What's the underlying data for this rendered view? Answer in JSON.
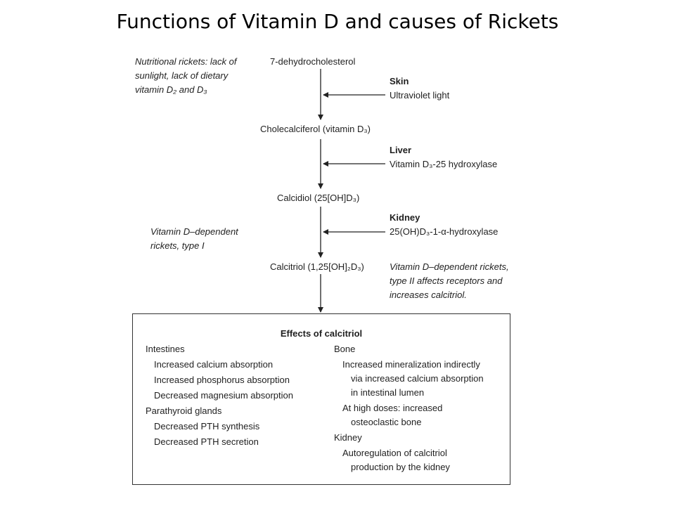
{
  "title": "Functions of Vitamin D and causes of Rickets",
  "left_notes": {
    "nutritional": [
      "Nutritional rickets: lack of",
      "sunlight, lack of dietary",
      "vitamin D₂ and D₃"
    ],
    "type1": [
      "Vitamin D–dependent",
      "rickets, type I"
    ]
  },
  "steps": {
    "s1": "7-dehydrocholesterol",
    "s2": "Cholecalciferol (vitamin D₃)",
    "s3": "Calcidiol (25[OH]D₃)",
    "s4": "Calcitriol (1,25[OH]₂D₃)"
  },
  "organs": {
    "skin": {
      "name": "Skin",
      "agent": "Ultraviolet light"
    },
    "liver": {
      "name": "Liver",
      "agent": "Vitamin D₃-25 hydroxylase"
    },
    "kidney": {
      "name": "Kidney",
      "agent": "25(OH)D₃-1-α-hydroxylase"
    }
  },
  "type2_note": [
    "Vitamin D–dependent rickets,",
    "type II affects receptors and",
    "increases calcitriol."
  ],
  "effects": {
    "heading": "Effects of calcitriol",
    "intestines": "Intestines",
    "intestines_items": [
      "Increased calcium absorption",
      "Increased phosphorus absorption",
      "Decreased magnesium absorption"
    ],
    "parathyroid": "Parathyroid glands",
    "parathyroid_items": [
      "Decreased PTH synthesis",
      "Decreased PTH secretion"
    ],
    "bone": "Bone",
    "bone_lines": [
      "Increased mineralization indirectly",
      "via increased calcium absorption",
      "in intestinal lumen",
      "At high doses: increased",
      "osteoclastic bone"
    ],
    "kidney": "Kidney",
    "kidney_lines": [
      "Autoregulation of calcitriol",
      "production by the kidney"
    ]
  }
}
